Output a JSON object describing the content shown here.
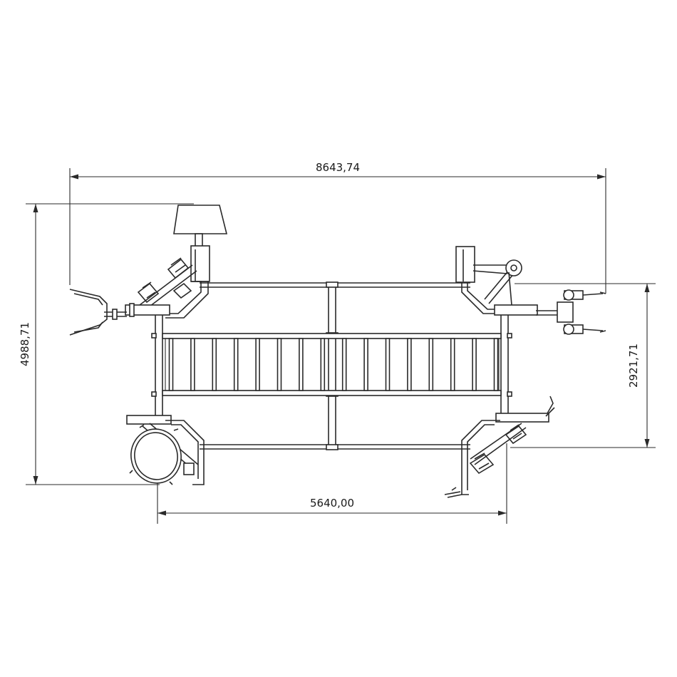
{
  "diagram": {
    "dimensions": {
      "overall_width": "8643,74",
      "overall_depth": "4988,71",
      "frame_width": "5640,00",
      "frame_depth": "2921,71"
    },
    "colors": {
      "line": "#2a2a2a",
      "background": "#ffffff"
    }
  }
}
